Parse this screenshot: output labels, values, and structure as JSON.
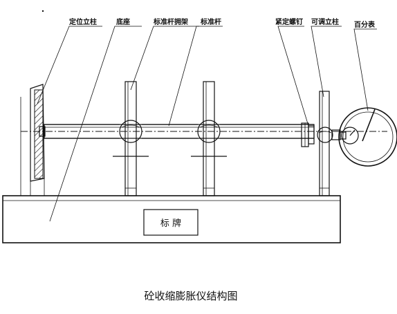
{
  "labels": {
    "locating_post": "定位立柱",
    "base": "底座",
    "rod_bracket": "标准杆拥架",
    "standard_rod": "标准杆",
    "set_screw": "紧定螺钉",
    "adjustable_post": "可调立柱",
    "dial_gauge": "百分表"
  },
  "nameplate": "标 牌",
  "caption": "砼收缩膨胀仪结构图"
}
